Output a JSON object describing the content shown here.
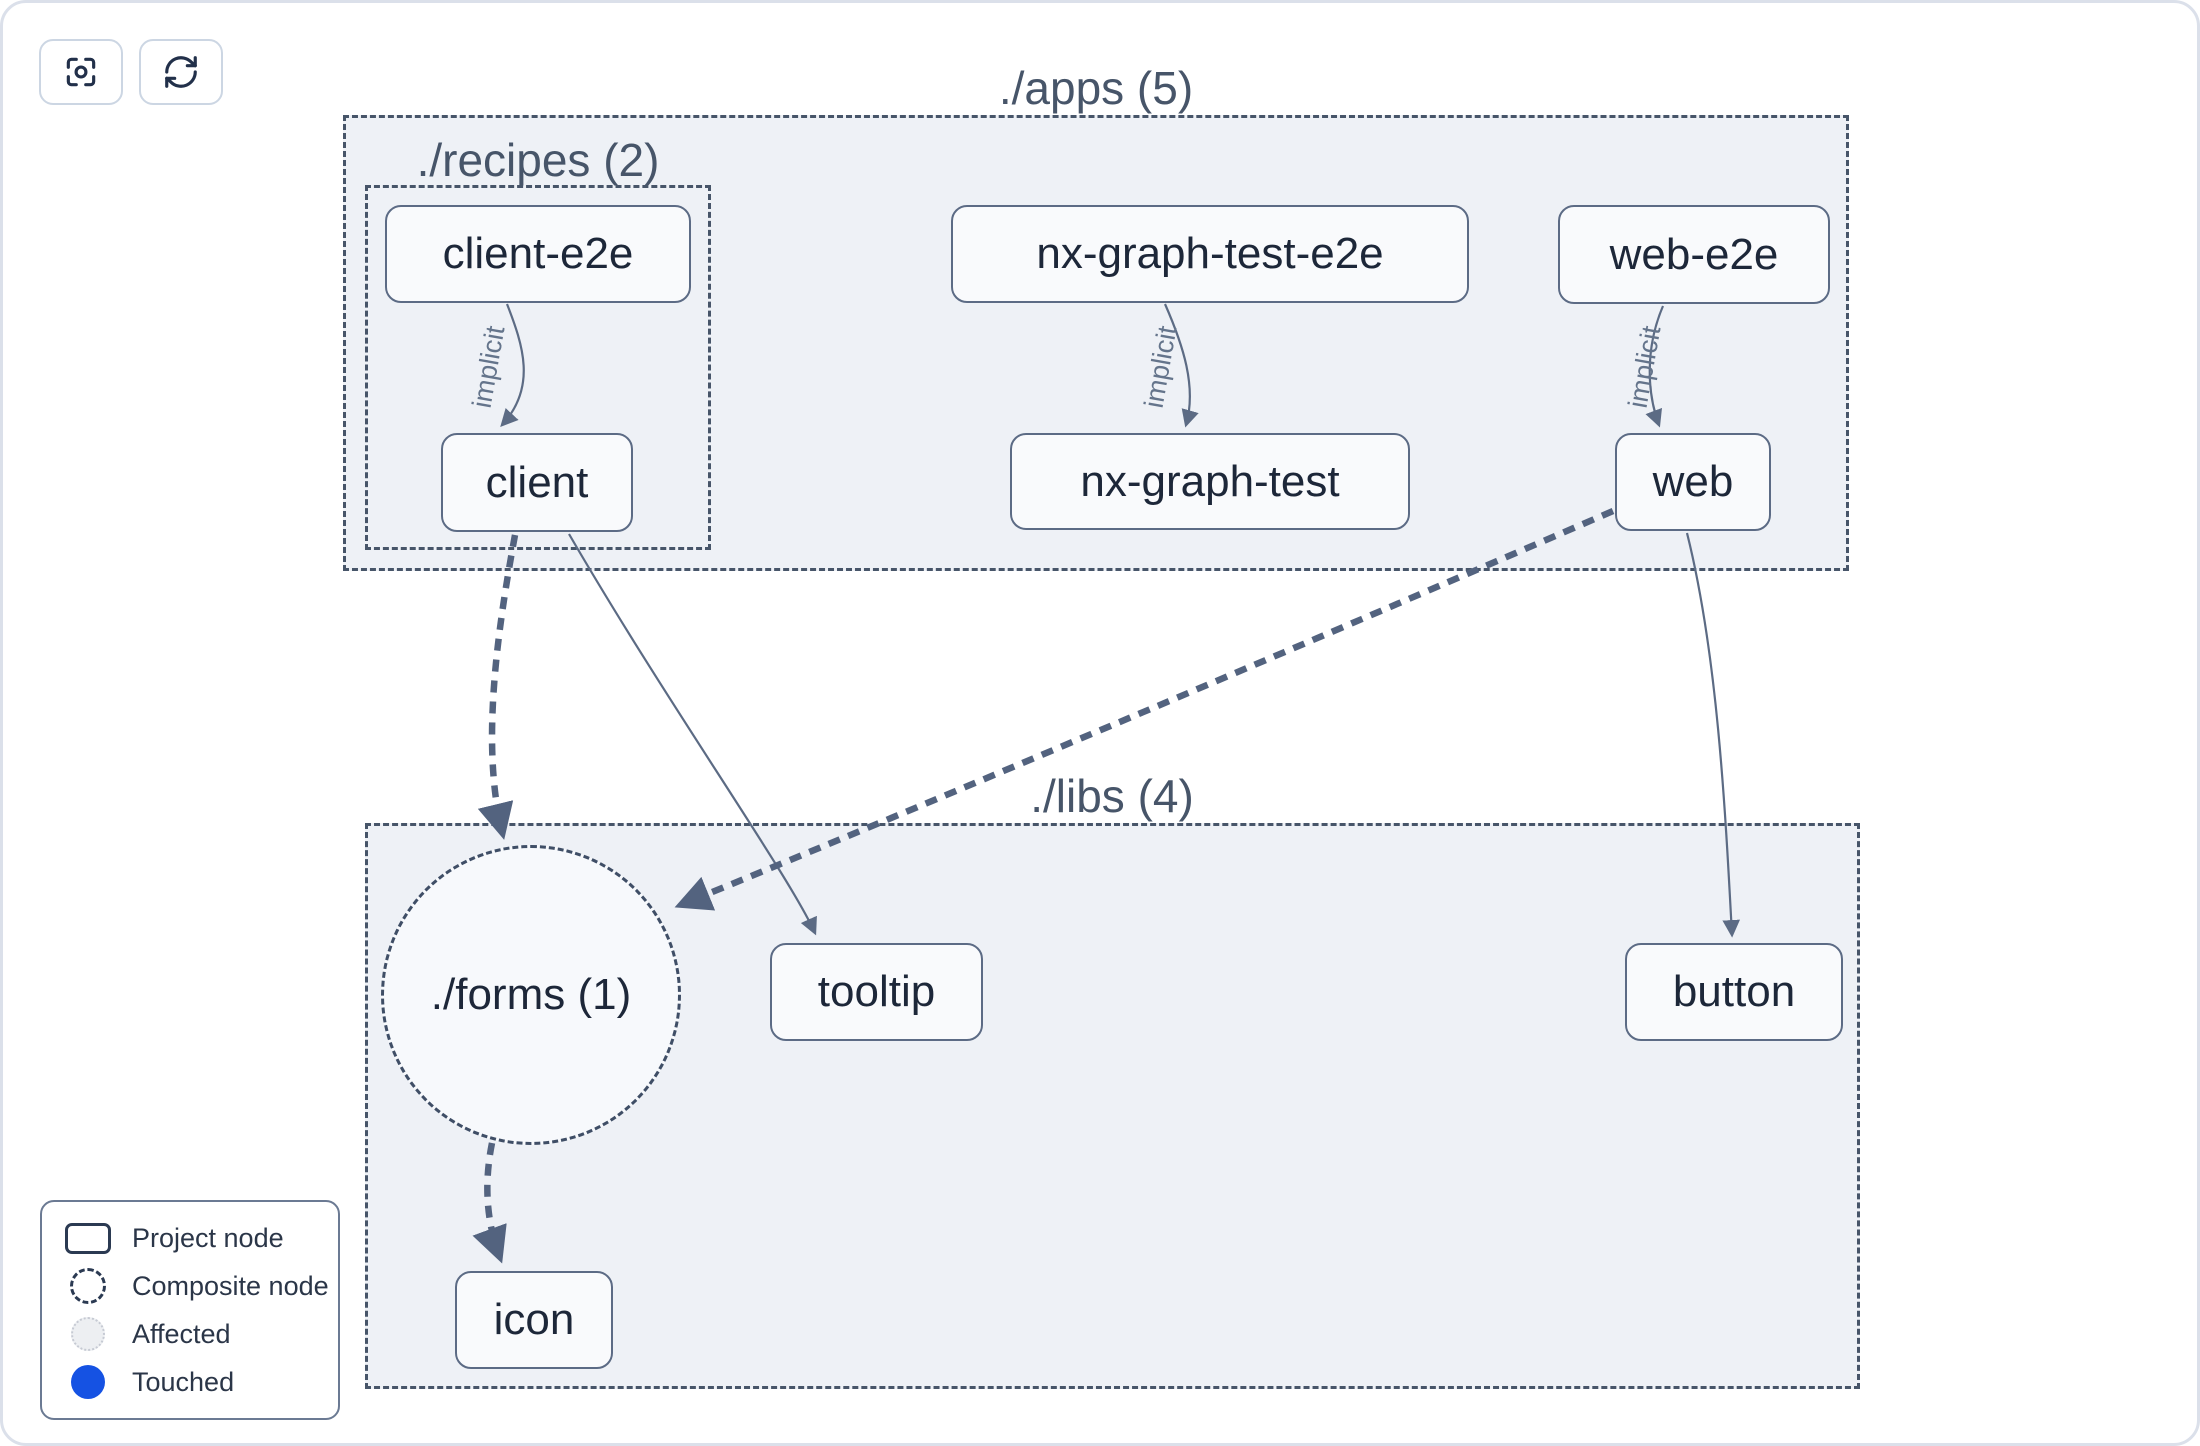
{
  "toolbar": {
    "focus_button": {
      "icon": "focus-icon"
    },
    "refresh_button": {
      "icon": "refresh-icon"
    }
  },
  "groups": {
    "apps": {
      "label": "./apps (5)",
      "count": 5
    },
    "recipes": {
      "label": "./recipes (2)",
      "count": 2
    },
    "libs": {
      "label": "./libs (4)",
      "count": 4
    }
  },
  "composite_nodes": {
    "forms": {
      "label": "./forms (1)",
      "count": 1
    }
  },
  "nodes": {
    "client_e2e": "client-e2e",
    "nx_graph_test_e2e": "nx-graph-test-e2e",
    "web_e2e": "web-e2e",
    "client": "client",
    "nx_graph_test": "nx-graph-test",
    "web": "web",
    "tooltip": "tooltip",
    "button": "button",
    "icon": "icon"
  },
  "edges": [
    {
      "source": "client-e2e",
      "target": "client",
      "label": "implicit",
      "style": "solid-arrow"
    },
    {
      "source": "nx-graph-test-e2e",
      "target": "nx-graph-test",
      "label": "implicit",
      "style": "solid-arrow"
    },
    {
      "source": "web-e2e",
      "target": "web",
      "label": "implicit",
      "style": "solid-arrow"
    },
    {
      "source": "client",
      "target": "./forms (1)",
      "style": "thick-dashed-arrow"
    },
    {
      "source": "client",
      "target": "tooltip",
      "style": "solid-arrow"
    },
    {
      "source": "web",
      "target": "./forms (1)",
      "style": "thick-dashed-arrow"
    },
    {
      "source": "web",
      "target": "button",
      "style": "solid-arrow"
    },
    {
      "source": "./forms (1)",
      "target": "icon",
      "style": "thick-dashed-arrow"
    }
  ],
  "legend": {
    "items": [
      {
        "label": "Project node",
        "symbol": "rounded-rectangle-outline"
      },
      {
        "label": "Composite node",
        "symbol": "dashed-circle-outline"
      },
      {
        "label": "Affected",
        "symbol": "dotted-light-circle"
      },
      {
        "label": "Touched",
        "symbol": "solid-blue-circle",
        "color": "#1552e3"
      }
    ]
  },
  "colors": {
    "touched": "#1552e3",
    "group_fill": "#eef1f6",
    "node_fill": "#f9fafc",
    "node_border": "#5c6b85",
    "group_border": "#475569",
    "edge_thin": "#5c6b84",
    "edge_thick": "#53637f",
    "text_dark": "#1d2739",
    "label_slate": "#475569"
  }
}
